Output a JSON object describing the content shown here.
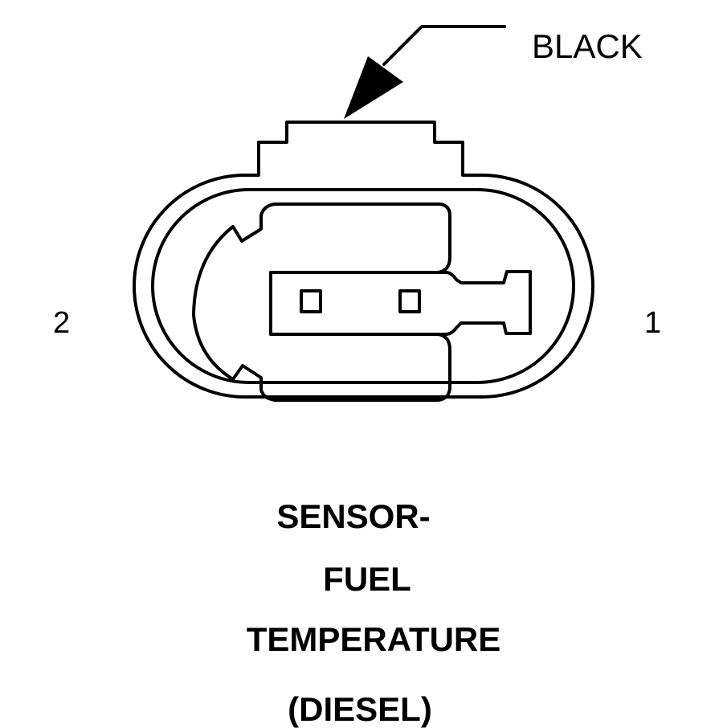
{
  "connector": {
    "wire_color_label": "BLACK",
    "pins": [
      {
        "number": "2"
      },
      {
        "number": "1"
      }
    ]
  },
  "caption": {
    "lines": [
      "SENSOR-",
      "FUEL",
      "TEMPERATURE",
      "(DIESEL)"
    ]
  },
  "colors": {
    "line": "#000000",
    "background": "#ffffff"
  }
}
